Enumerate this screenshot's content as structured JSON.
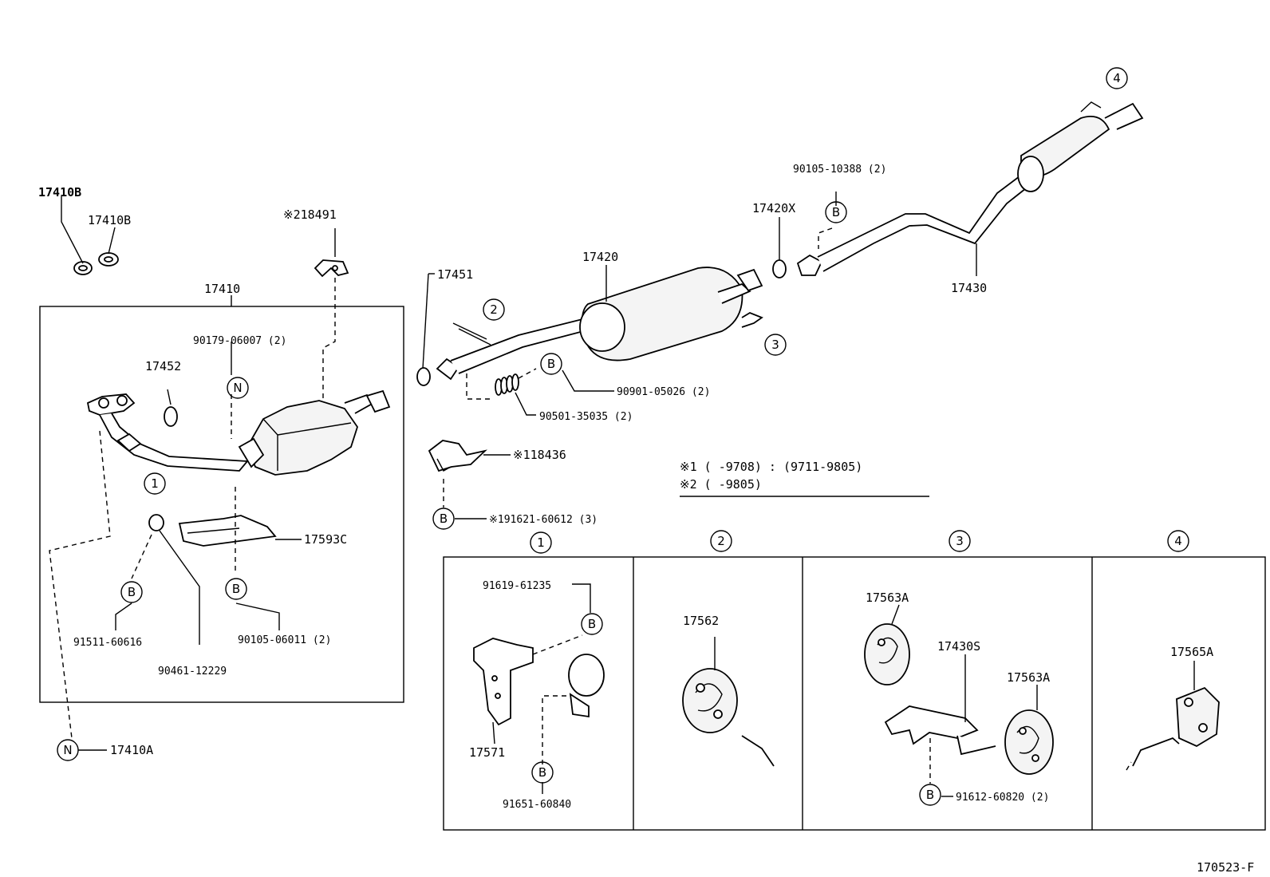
{
  "labels": {
    "p17410B_1": "17410B",
    "p17410B_2": "17410B",
    "p218491": "※218491",
    "p17410": "17410",
    "p90179": "90179-06007 (2)",
    "p17452": "17452",
    "p17593C": "17593C",
    "p91511": "91511-60616",
    "p90461": "90461-12229",
    "p90105a": "90105-06011 (2)",
    "p17410A": "17410A",
    "p17451": "17451",
    "p17420": "17420",
    "p90901": "90901-05026 (2)",
    "p90501": "90501-35035 (2)",
    "p118436": "※118436",
    "p191621": "※191621-60612 (3)",
    "p17420X": "17420X",
    "p90105b": "90105-10388 (2)",
    "p17430": "17430",
    "p91619": "91619-61235",
    "p17571": "17571",
    "p91651": "91651-60840",
    "p17562": "17562",
    "p17563A_1": "17563A",
    "p17430S": "17430S",
    "p17563A_2": "17563A",
    "p91612": "91612-60820 (2)",
    "p17565A": "17565A",
    "notes1": "※1 (      -9708) : (9711-9805)",
    "notes2": "※2 (      -9805)",
    "footer": "170523-F"
  },
  "markers": {
    "n": "N",
    "b": "B",
    "c1": "1",
    "c2": "2",
    "c3": "3",
    "c4": "4"
  }
}
